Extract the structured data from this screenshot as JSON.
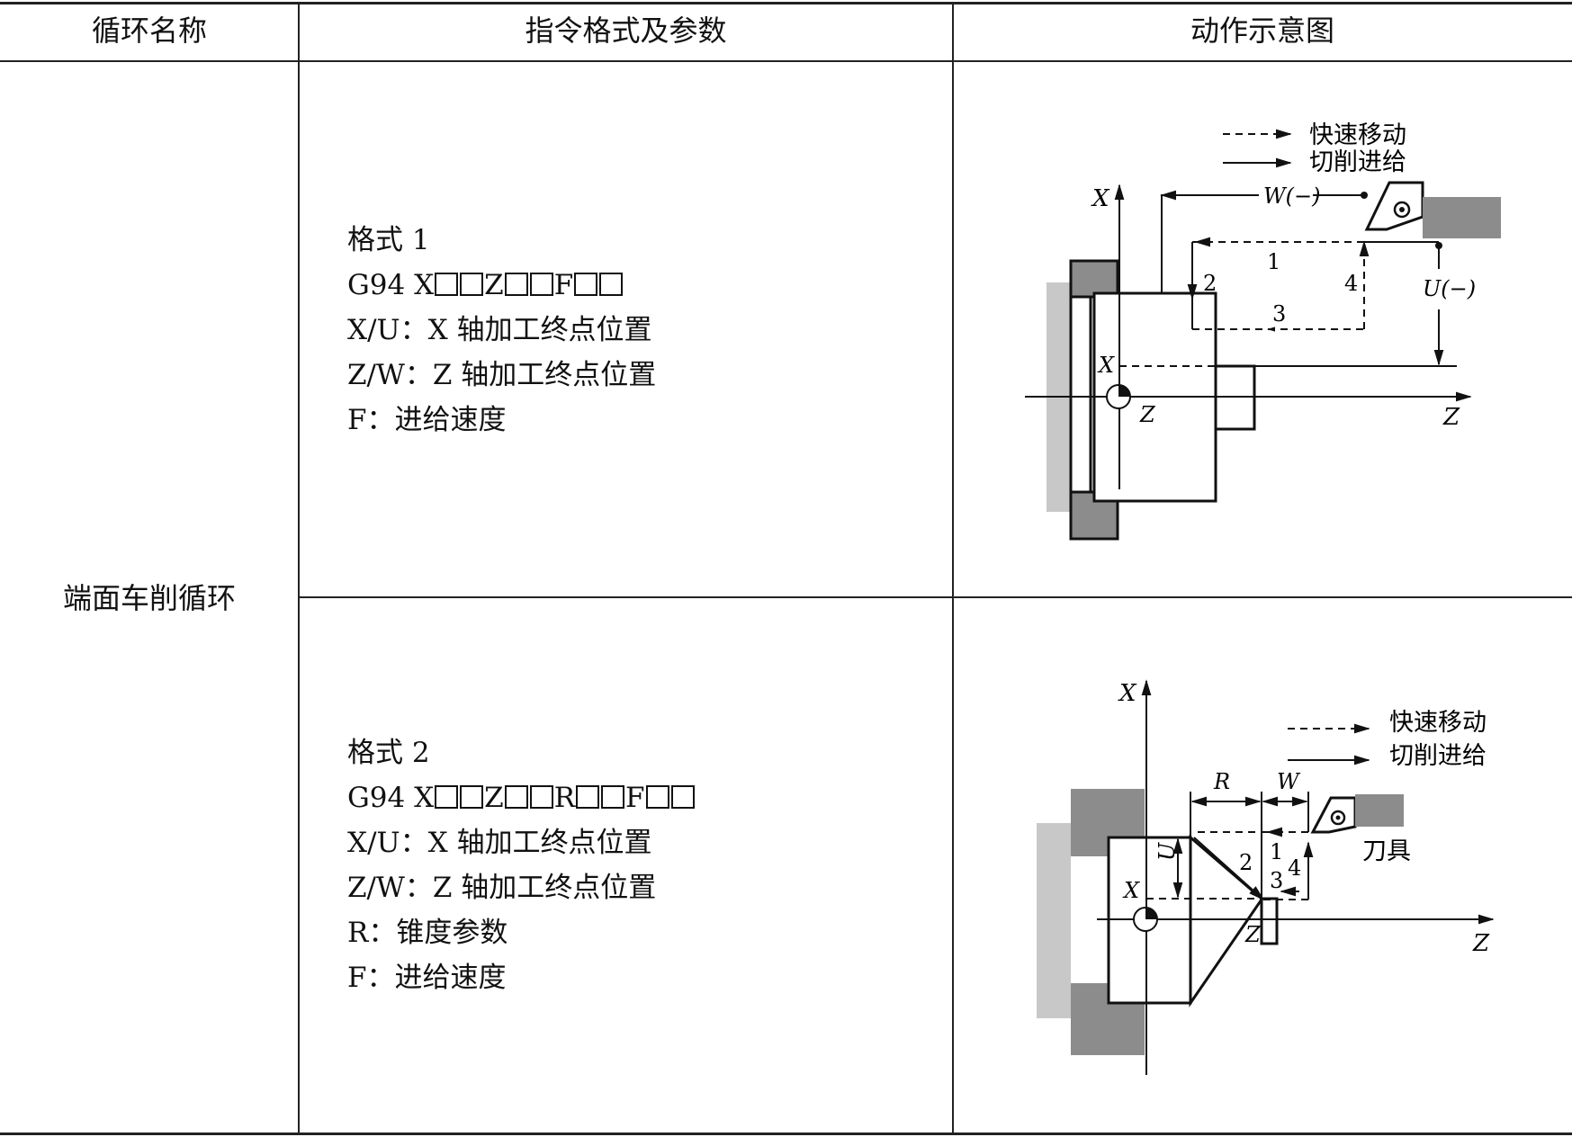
{
  "table": {
    "headers": [
      "循环名称",
      "指令格式及参数",
      "动作示意图"
    ],
    "cycle_name": "端面车削循环",
    "format1": {
      "title": "格式 1",
      "command_prefix": "G94 X",
      "command_mid1": "Z",
      "command_mid2": "F",
      "param_x": "X/U：X 轴加工终点位置",
      "param_z": "Z/W：Z 轴加工终点位置",
      "param_f": "F：进给速度"
    },
    "format2": {
      "title": "格式 2",
      "command_prefix": "G94 X",
      "command_mid1": "Z",
      "command_mid2": "R",
      "command_mid3": "F",
      "param_x": "X/U：X 轴加工终点位置",
      "param_z": "Z/W：Z 轴加工终点位置",
      "param_r": "R：锥度参数",
      "param_f": "F：进给速度"
    }
  },
  "diagram1": {
    "legend_rapid": "快速移动",
    "legend_cut": "切削进给",
    "axis_x": "X",
    "axis_z": "Z",
    "label_w": "W(−)",
    "label_u": "U(−)",
    "point_x": "X",
    "point_z": "Z",
    "step1": "1",
    "step2": "2",
    "step3": "3",
    "step4": "4"
  },
  "diagram2": {
    "legend_rapid": "快速移动",
    "legend_cut": "切削进给",
    "axis_x": "X",
    "axis_z": "Z",
    "label_r": "R",
    "label_w": "W",
    "label_u": "U",
    "label_tool": "刀具",
    "point_x": "X",
    "point_z": "Z",
    "step1": "1",
    "step2": "2",
    "step3": "3",
    "step4": "4"
  }
}
